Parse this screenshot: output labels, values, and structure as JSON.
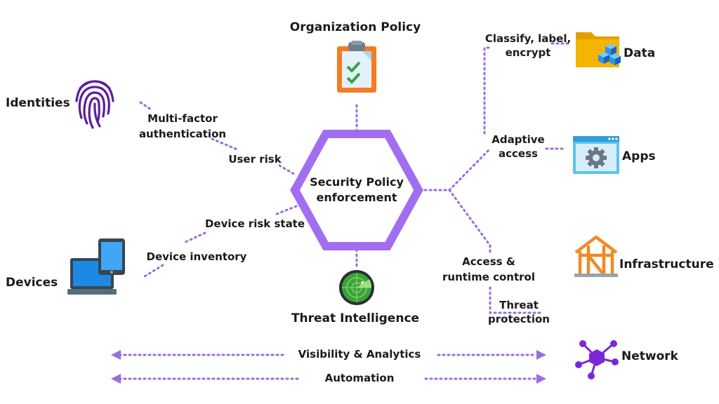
{
  "colors": {
    "dotted_line": "#9b6cdf",
    "hexagon_stroke": "#a26ef0",
    "identities_icon": "#5a1f9a",
    "data_folder": "#f4b400",
    "data_cubes": "#2e93e6",
    "apps_window": "#5cc3f0",
    "infrastructure_icon": "#f08a24",
    "network_icon": "#7a28d6",
    "policy_board": "#f57c22",
    "radar": "#3ba23a",
    "devices_screen": "#1e88e5"
  },
  "center": {
    "line1": "Security Policy",
    "line2": "enforcement"
  },
  "top": {
    "title": "Organization Policy",
    "icon": "clipboard-check-icon"
  },
  "bottom": {
    "title": "Threat Intelligence",
    "icon": "radar-icon"
  },
  "left": {
    "identities": {
      "title": "Identities",
      "icon": "fingerprint-icon"
    },
    "devices": {
      "title": "Devices",
      "icon": "laptop-tablet-icon"
    },
    "links": {
      "mfa1": "Multi-factor",
      "mfa2": "authentication",
      "user_risk": "User risk",
      "device_risk": "Device risk state",
      "device_inventory": "Device inventory"
    }
  },
  "right": {
    "data": {
      "title": "Data",
      "icon": "folder-cubes-icon"
    },
    "apps": {
      "title": "Apps",
      "icon": "gear-window-icon"
    },
    "infrastructure": {
      "title": "Infrastructure",
      "icon": "house-frame-icon"
    },
    "network": {
      "title": "Network",
      "icon": "network-hub-icon"
    },
    "links": {
      "classify1": "Classify, label,",
      "classify2": "encrypt",
      "adaptive1": "Adaptive",
      "adaptive2": "access",
      "access1": "Access &",
      "access2": "runtime control",
      "threat1": "Threat",
      "threat2": "protection"
    }
  },
  "footer": {
    "visibility": "Visibility & Analytics",
    "automation": "Automation"
  }
}
